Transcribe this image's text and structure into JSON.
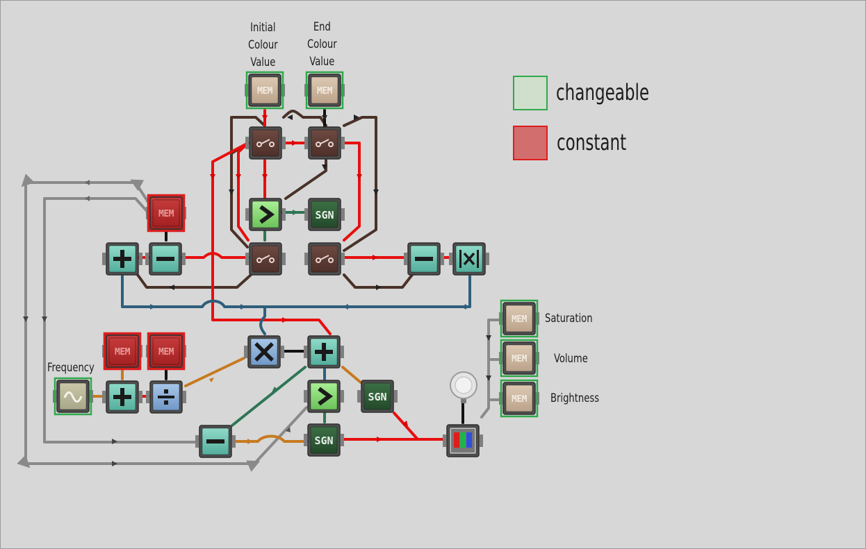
{
  "labels": {
    "initial": [
      "Initial",
      "Colour",
      "Value"
    ],
    "end": [
      "End",
      "Colour",
      "Value"
    ],
    "frequency": "Frequency",
    "saturation": "Saturation",
    "volume": "Volume",
    "brightness": "Brightness"
  },
  "legend": {
    "changeable": {
      "label": "changeable",
      "fill": "#cfdfcb",
      "border": "#2fa84a"
    },
    "constant": {
      "label": "constant",
      "fill": "#d26e6e",
      "border": "#e01c1c"
    }
  },
  "chip_text": {
    "mem": "MEM",
    "sgn": "SGN"
  },
  "colors": {
    "background": "#d7d7d7",
    "chip_teal": "#6dc4b1",
    "chip_tan": "#c9b39a",
    "chip_red": "#b22a2a",
    "chip_brown": "#5b3a33",
    "chip_green": "#8fe07b",
    "chip_dark_green": "#2c5a34",
    "chip_blue": "#8db2da",
    "frame": "#5a5a5a"
  },
  "chips": [
    {
      "name": "initial-colour-mem",
      "kind": "mem",
      "role": "changeable"
    },
    {
      "name": "end-colour-mem",
      "kind": "mem",
      "role": "changeable"
    },
    {
      "name": "selector-top-left",
      "kind": "selector"
    },
    {
      "name": "selector-top-right",
      "kind": "selector"
    },
    {
      "name": "greater-than-top",
      "kind": "greater"
    },
    {
      "name": "sign-top",
      "kind": "sgn"
    },
    {
      "name": "constant-mem-left",
      "kind": "mem",
      "role": "constant"
    },
    {
      "name": "add-left",
      "kind": "add"
    },
    {
      "name": "subtract-left",
      "kind": "subtract"
    },
    {
      "name": "selector-middle-left",
      "kind": "selector"
    },
    {
      "name": "selector-middle-right",
      "kind": "selector"
    },
    {
      "name": "subtract-right",
      "kind": "subtract"
    },
    {
      "name": "absolute-value",
      "kind": "abs"
    },
    {
      "name": "saturation-mem",
      "kind": "mem",
      "role": "changeable"
    },
    {
      "name": "volume-mem",
      "kind": "mem",
      "role": "changeable"
    },
    {
      "name": "brightness-mem",
      "kind": "mem",
      "role": "changeable"
    },
    {
      "name": "constant-mem-lower-1",
      "kind": "mem",
      "role": "constant"
    },
    {
      "name": "constant-mem-lower-2",
      "kind": "mem",
      "role": "constant"
    },
    {
      "name": "multiply",
      "kind": "multiply"
    },
    {
      "name": "add-lower",
      "kind": "add"
    },
    {
      "name": "frequency-oscillator",
      "kind": "wave",
      "role": "changeable"
    },
    {
      "name": "add-frequency",
      "kind": "add"
    },
    {
      "name": "divide",
      "kind": "divide"
    },
    {
      "name": "greater-than-lower",
      "kind": "greater"
    },
    {
      "name": "sign-right",
      "kind": "sgn"
    },
    {
      "name": "subtract-bottom",
      "kind": "subtract"
    },
    {
      "name": "sign-bottom",
      "kind": "sgn"
    },
    {
      "name": "rgb-light-controller",
      "kind": "rgb"
    },
    {
      "name": "light-bulb",
      "kind": "bulb"
    }
  ]
}
